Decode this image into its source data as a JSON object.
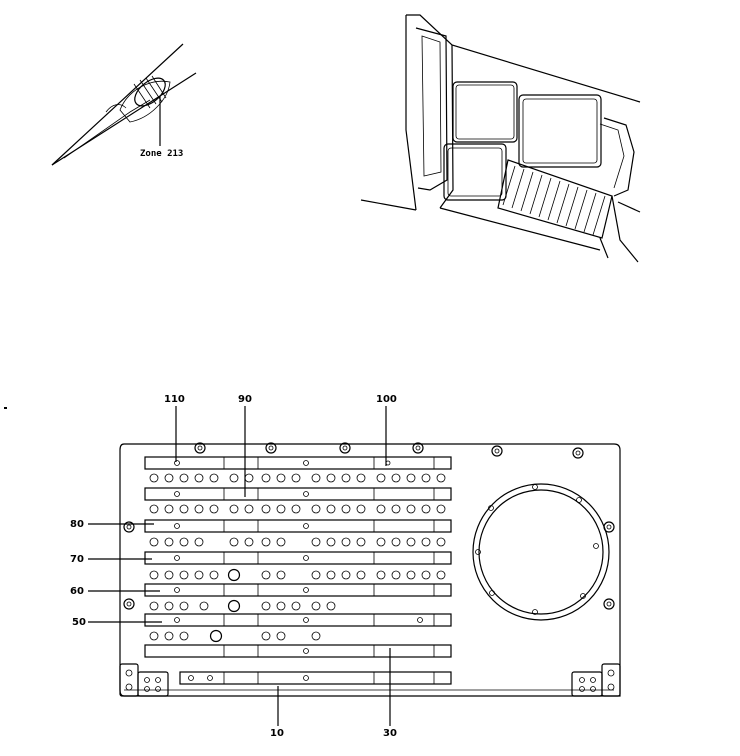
{
  "figure": {
    "zone_label": "Zone 213",
    "callouts": {
      "c110": "110",
      "c90": "90",
      "c100": "100",
      "c80": "80",
      "c70": "70",
      "c60": "60",
      "c50": "50",
      "c10": "10",
      "c30": "30"
    }
  }
}
